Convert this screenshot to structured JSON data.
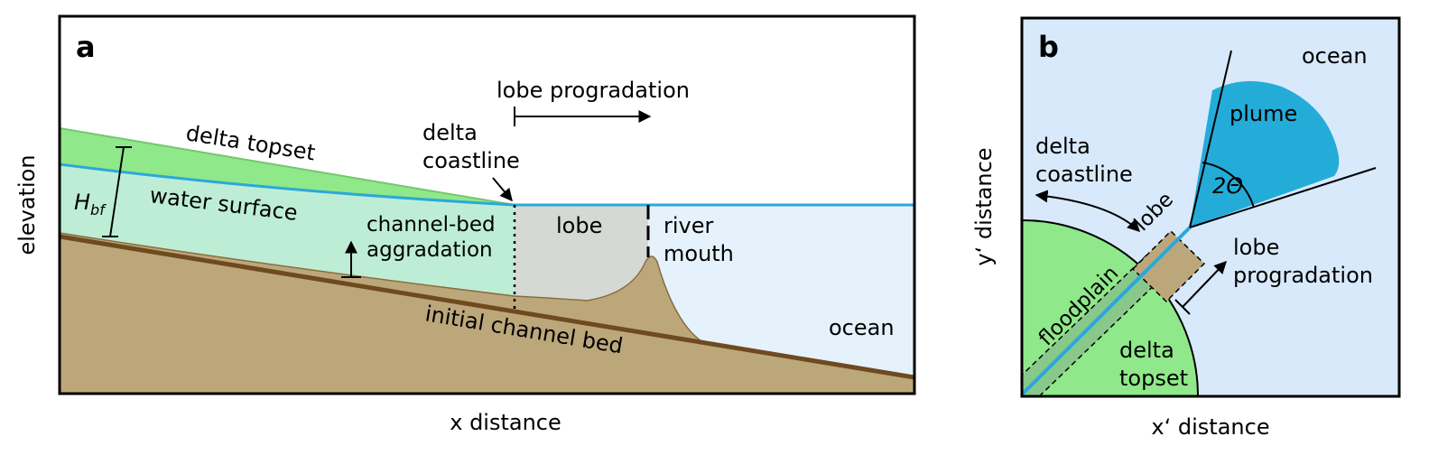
{
  "panel_a": {
    "letter": "a",
    "labels": {
      "delta_topset": "delta topset",
      "water_surface": "water surface",
      "hbf_main": "H",
      "hbf_sub": "bf",
      "channel_bed_line1": "channel-bed",
      "channel_bed_line2": "aggradation",
      "delta_line1": "delta",
      "delta_line2": "coastline",
      "lobe_progradation": "lobe progradation",
      "lobe": "lobe",
      "river_line1": "river",
      "river_line2": "mouth",
      "ocean": "ocean",
      "initial_channel_bed": "initial channel bed"
    },
    "xlabel": "x distance",
    "ylabel": "elevation"
  },
  "panel_b": {
    "letter": "b",
    "labels": {
      "ocean": "ocean",
      "plume": "plume",
      "angle": "2Θ",
      "delta_line1": "delta",
      "delta_line2": "coastline",
      "lobe": "lobe",
      "lobe_prog_line1": "lobe",
      "lobe_prog_line2": "progradation",
      "floodplain": "floodplain",
      "topset_line1": "delta",
      "topset_line2": "topset"
    },
    "xlabel": "x‘ distance",
    "ylabel": "y‘ distance"
  },
  "colors": {
    "topset_green": "#8fe88a",
    "water_green": "#bdeed5",
    "sediment": "#bca77b",
    "bed_line": "#6e4a1e",
    "water_line": "#2ca8d8",
    "ocean_light": "#e5f2fc",
    "ocean_b": "#d8e9fb",
    "lobe_grey": "#d4d9d3",
    "plume": "#24acd9"
  }
}
